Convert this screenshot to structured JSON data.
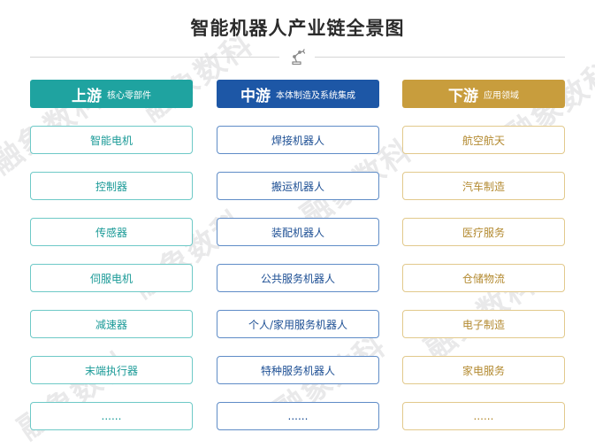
{
  "title": "智能机器人产业链全景图",
  "watermark": "融象数科",
  "columns": [
    {
      "name": "上游",
      "sub": "核心零部件",
      "color": "#1fa3a0",
      "items": [
        "智能电机",
        "控制器",
        "传感器",
        "伺服电机",
        "减速器",
        "末端执行器",
        "......"
      ]
    },
    {
      "name": "中游",
      "sub": "本体制造及系统集成",
      "color": "#1d57a6",
      "items": [
        "焊接机器人",
        "搬运机器人",
        "装配机器人",
        "公共服务机器人",
        "个人/家用服务机器人",
        "特种服务机器人",
        "......"
      ]
    },
    {
      "name": "下游",
      "sub": "应用领域",
      "color": "#c89d3d",
      "items": [
        "航空航天",
        "汽车制造",
        "医疗服务",
        "仓储物流",
        "电子制造",
        "家电服务",
        "......"
      ]
    }
  ],
  "icons": {
    "divider": "robot-arm-icon"
  }
}
